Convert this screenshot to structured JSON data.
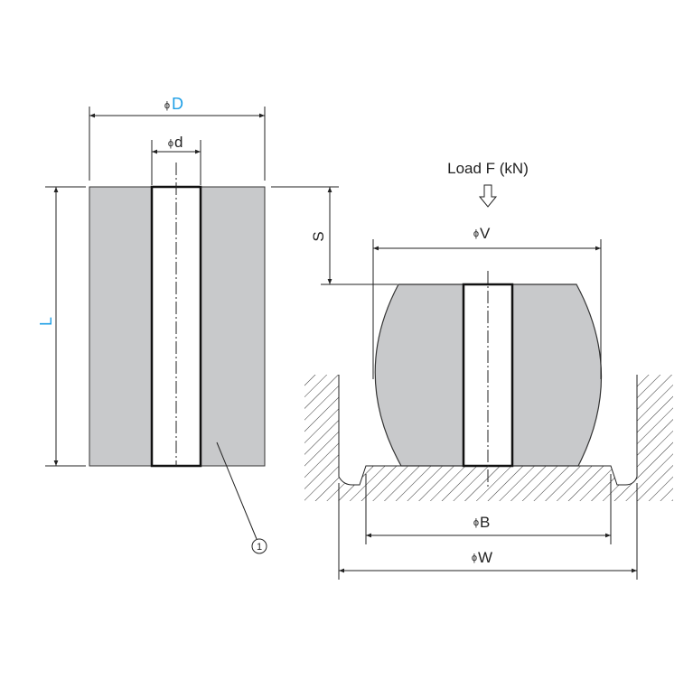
{
  "labels": {
    "phi": "ϕ",
    "D": "D",
    "d": "d",
    "L": "L",
    "S": "S",
    "V": "V",
    "B": "B",
    "W": "W",
    "load": "Load F (kN)",
    "part_number": "1"
  },
  "colors": {
    "accent_blue": "#1e9fe6",
    "part_fill": "#c8c9cb",
    "line": "#222222"
  }
}
